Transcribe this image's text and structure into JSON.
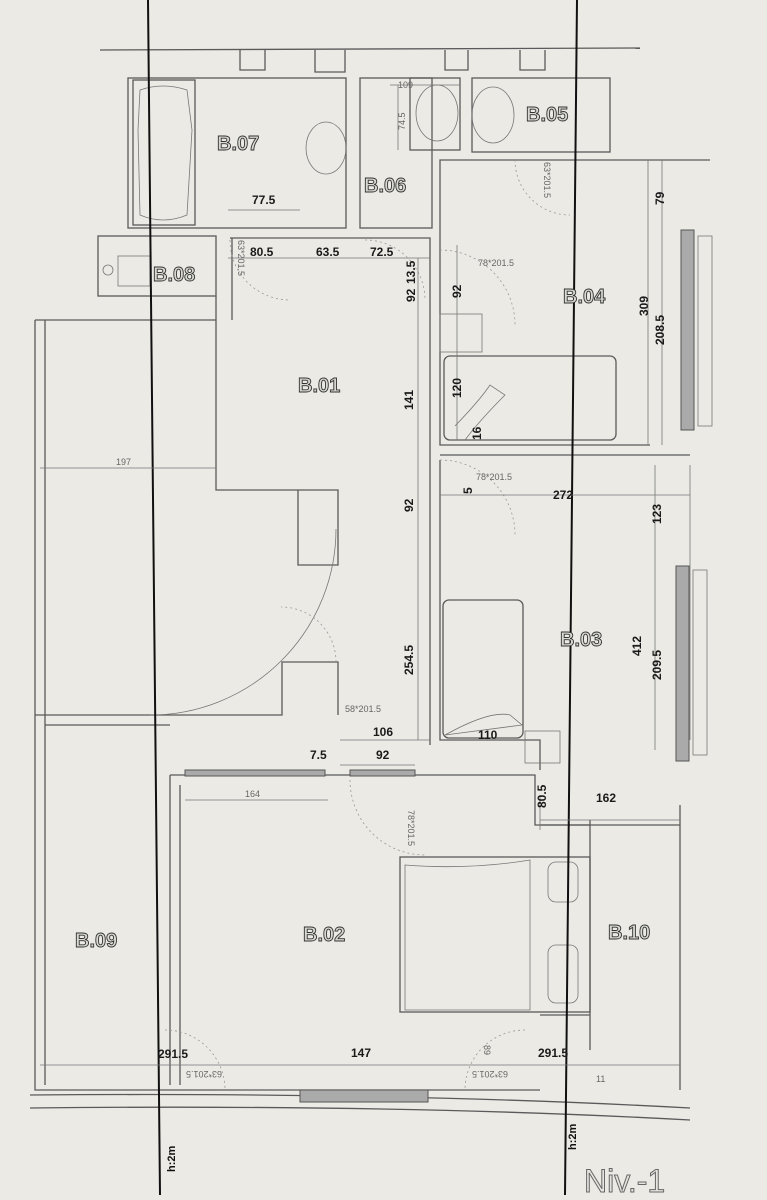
{
  "title": "Niv.-1",
  "rooms": {
    "b01": "B.01",
    "b02": "B.02",
    "b03": "B.03",
    "b04": "B.04",
    "b05": "B.05",
    "b06": "B.06",
    "b07": "B.07",
    "b08": "B.08",
    "b09": "B.09",
    "b10": "B.10"
  },
  "dimensions": [
    "109",
    "74.5",
    "77.5",
    "80.5",
    "63.5",
    "72.5",
    "92",
    "13.5",
    "92",
    "79",
    "309",
    "208.5",
    "141",
    "120",
    "16",
    "5",
    "272",
    "92",
    "123",
    "412",
    "209.5",
    "254.5",
    "106",
    "92",
    "7.5",
    "110",
    "197",
    "164",
    "80.5",
    "162",
    "291.5",
    "147",
    "89",
    "291.5",
    "11"
  ],
  "doors": [
    "63*201.5",
    "63*201.5",
    "78*201.5",
    "78*201.5",
    "58*201.5",
    "78*201.5",
    "63*201.5",
    "63*201.5"
  ],
  "height_marks": [
    "h:2m",
    "h:2m"
  ]
}
